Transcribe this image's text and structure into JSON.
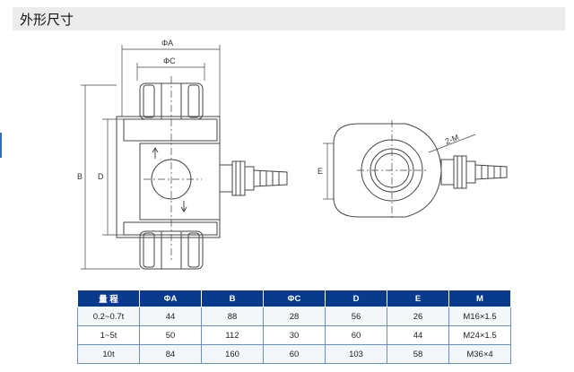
{
  "section": {
    "title": "外形尺寸"
  },
  "drawing": {
    "front_labels": {
      "phiA": "ΦA",
      "phiC": "ΦC",
      "B": "B",
      "D": "D"
    },
    "side_labels": {
      "E": "E",
      "M": "2-M"
    }
  },
  "table": {
    "headers": [
      "量 程",
      "ΦA",
      "B",
      "ΦC",
      "D",
      "E",
      "M"
    ],
    "rows": [
      [
        "0.2~0.7t",
        "44",
        "88",
        "28",
        "56",
        "26",
        "M16×1.5"
      ],
      [
        "1~5t",
        "50",
        "112",
        "30",
        "60",
        "44",
        "M24×1.5"
      ],
      [
        "10t",
        "84",
        "160",
        "60",
        "103",
        "58",
        "M36×4"
      ]
    ]
  }
}
